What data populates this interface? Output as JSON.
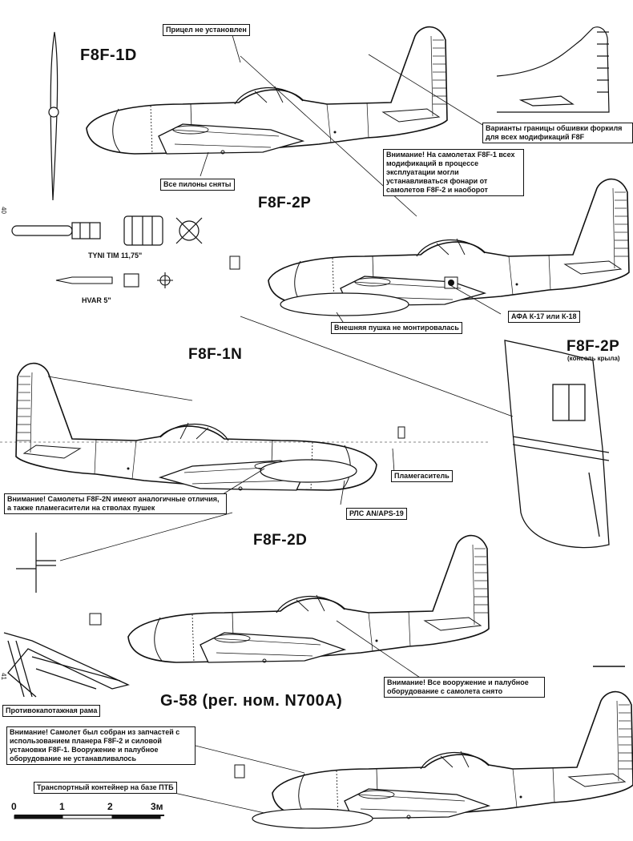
{
  "titles": {
    "f8f1d": "F8F-1D",
    "f8f2p": "F8F-2P",
    "f8f1n": "F8F-1N",
    "f8f2p_wing": "F8F-2P",
    "f8f2p_wing_sub": "(консоль крыла)",
    "f8f2d": "F8F-2D",
    "g58": "G-58 (рег. ном. N700A)"
  },
  "callouts": {
    "no_sight": "Прицел не установлен",
    "fin_variants": "Варианты границы обшивки форкиля для всех модификаций F8F",
    "canopy_note": "Внимание! На самолетах F8F-1 всех модификаций в процессе эксплуатации могли устанавливаться фонари от самолетов F8F-2 и наоборот",
    "pylons_removed": "Все пилоны сняты",
    "camera": "АФА К-17 или К-18",
    "no_gun_pod": "Внешняя пушка не монтировалась",
    "f8f2n_note": "Внимание! Самолеты F8F-2N имеют аналогичные отличия, а также пламегасители на стволах пушек",
    "flame_damper": "Пламегаситель",
    "radar": "РЛС AN/APS-19",
    "armament_removed": "Внимание! Все вооружение и палубное оборудование с самолета снято",
    "rollover_frame": "Противокапотажная рама",
    "g58_note": "Внимание! Самолет был собран из запчастей с использованием планера F8F-2 и силовой установки F8F-1. Вооружение и палубное оборудование не устанавливалось",
    "transport_container": "Транспортный контейнер на базе ПТБ"
  },
  "ordnance": {
    "tiny_tim": "TYNI TIM 11,75\"",
    "hvar": "HVAR 5\""
  },
  "scale": {
    "ticks": [
      "0",
      "1",
      "2",
      "3м"
    ]
  },
  "page_numbers": {
    "p40": "40",
    "p41": "41"
  }
}
